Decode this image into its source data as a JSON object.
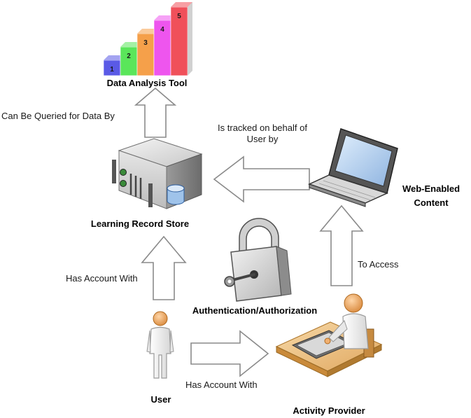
{
  "nodes": {
    "data_analysis_tool": {
      "label": "Data Analysis Tool",
      "bars": [
        "1",
        "2",
        "3",
        "4",
        "5"
      ]
    },
    "learning_record_store": {
      "label": "Learning Record Store"
    },
    "web_enabled_content": {
      "label_line1": "Web-Enabled",
      "label_line2": "Content"
    },
    "authentication": {
      "label": "Authentication/Authorization"
    },
    "user": {
      "label": "User"
    },
    "activity_provider": {
      "label": "Activity Provider"
    }
  },
  "edges": {
    "lrs_to_dat": {
      "label": "Can Be Queried for Data By"
    },
    "content_to_lrs": {
      "label_line1": "Is tracked on behalf of",
      "label_line2": "User  by"
    },
    "user_to_lrs": {
      "label": "Has Account With"
    },
    "provider_to_content": {
      "label": "To Access"
    },
    "user_to_provider": {
      "label": "Has Account With"
    }
  },
  "colors": {
    "bar_1": "#5a5ae6",
    "bar_2": "#5ae65a",
    "bar_3": "#f5a04a",
    "bar_4": "#ee55ee",
    "bar_5": "#f0505a",
    "arrow_stroke": "#8a8a8a",
    "person_head": "#f0b070"
  },
  "icons": {
    "dat": "bar-chart-icon",
    "lrs": "server-icon",
    "content": "laptop-icon",
    "auth": "padlock-key-icon",
    "user": "person-icon",
    "provider": "person-at-desk-icon"
  }
}
